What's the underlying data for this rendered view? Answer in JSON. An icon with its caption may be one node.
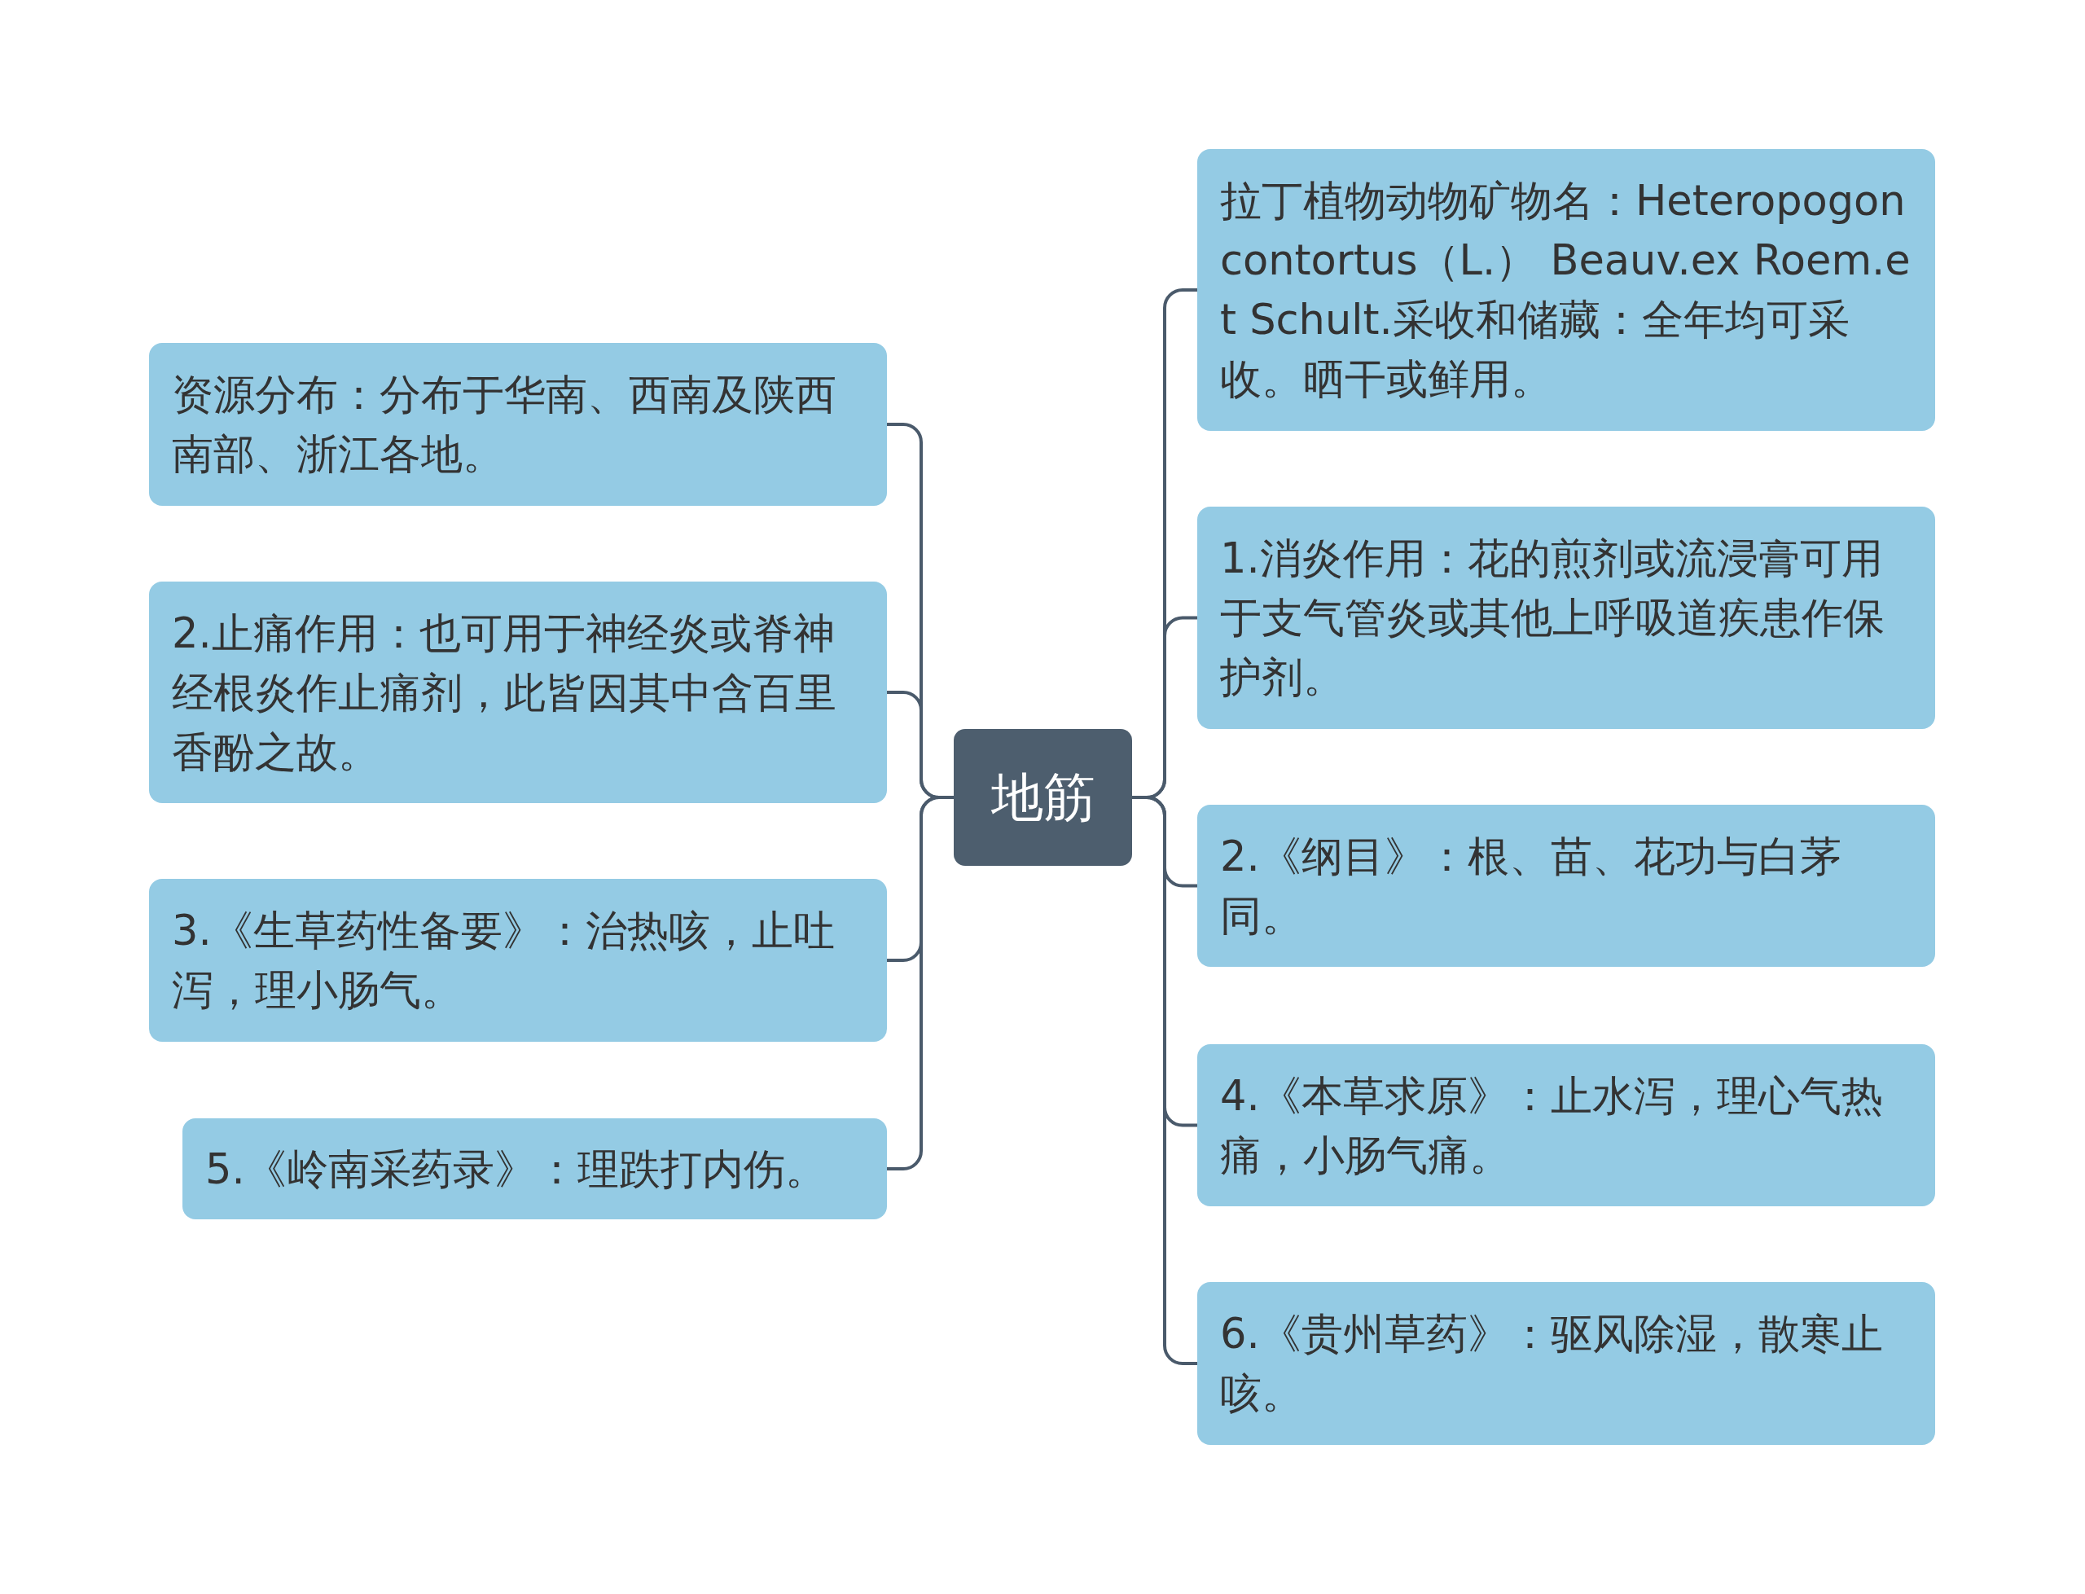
{
  "diagram": {
    "nodes": [
      {
        "text": [
          "地筋"
        ]
      },
      {
        "text": [
          "资源分布：分布于华南、西南及陕西南部、浙江各地。"
        ]
      },
      {
        "text": [
          "2.止痛作用：也可用于神经炎或脊神经根炎作止痛剂，此皆因其中含百里香酚之故。"
        ]
      },
      {
        "text": [
          "3.《生草药性备要》：治热咳，止吐泻，理小肠气。"
        ]
      },
      {
        "text": [
          "5.《岭南采药录》：理跌打内伤。"
        ]
      },
      {
        "text": [
          "拉丁植物动物矿物名：Heteropogon contortus（L.） Beauv.ex Roem.et Schult.采收和储藏：全年均可采收。晒干或鲜用。"
        ]
      },
      {
        "text": [
          "1.消炎作用：花的煎剂或流浸膏可用于支气管炎或其他上呼吸道疾患作保护剂。"
        ]
      },
      {
        "text": [
          "2.《纲目》：根、苗、花功与白茅同。"
        ]
      },
      {
        "text": [
          "4.《本草求原》：止水泻，理心气热痛，小肠气痛。"
        ]
      },
      {
        "text": [
          "6.《贵州草药》：驱风除湿，散寒止咳。"
        ]
      }
    ],
    "edges": [
      {
        "from": 0,
        "to": 1,
        "arrow": "none"
      },
      {
        "from": 0,
        "to": 2,
        "arrow": "none"
      },
      {
        "from": 0,
        "to": 3,
        "arrow": "none"
      },
      {
        "from": 0,
        "to": 4,
        "arrow": "none"
      },
      {
        "from": 0,
        "to": 5,
        "arrow": "none"
      },
      {
        "from": 0,
        "to": 6,
        "arrow": "none"
      },
      {
        "from": 0,
        "to": 7,
        "arrow": "none"
      },
      {
        "from": 0,
        "to": 8,
        "arrow": "none"
      },
      {
        "from": 0,
        "to": 9,
        "arrow": "none"
      }
    ]
  }
}
